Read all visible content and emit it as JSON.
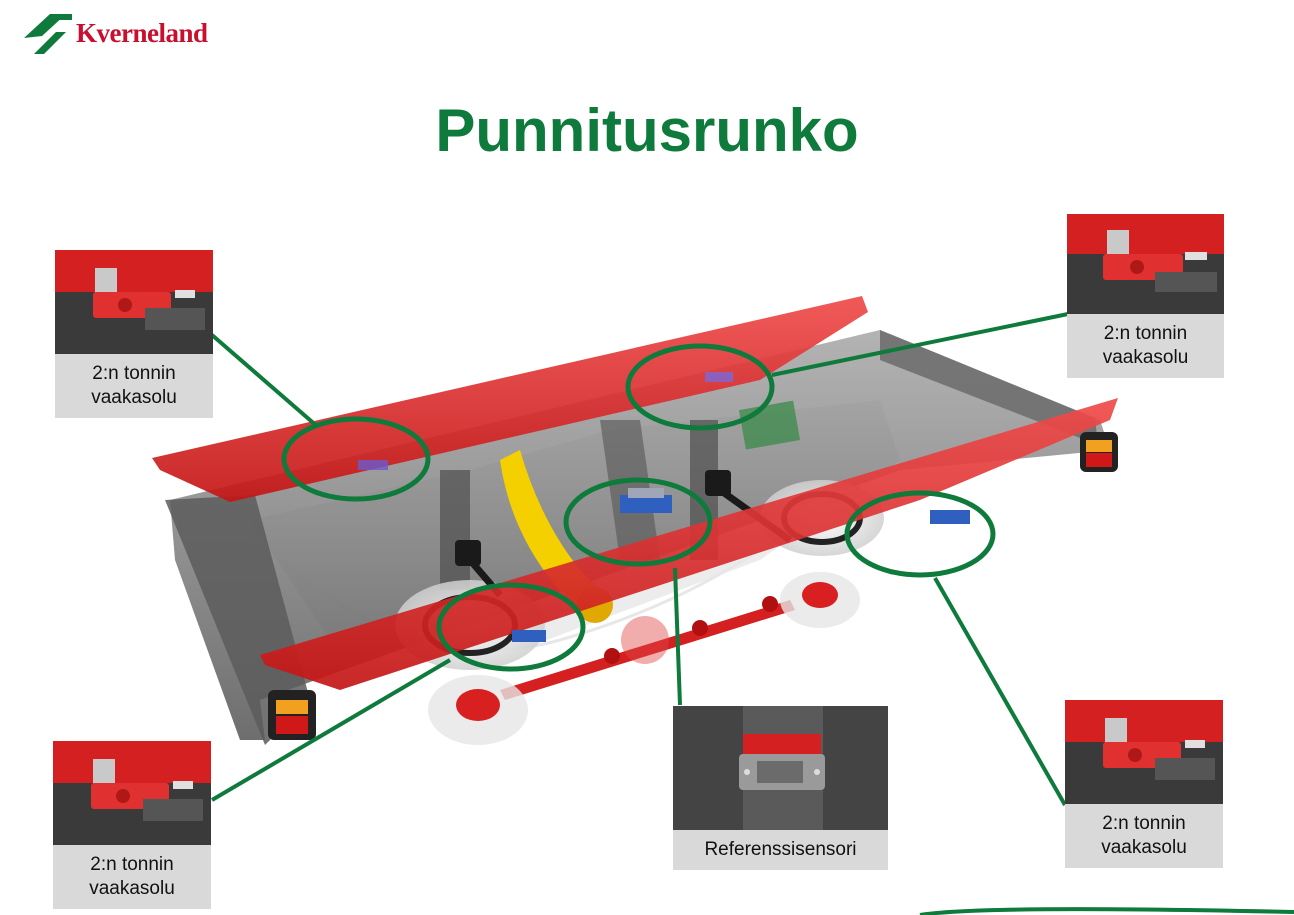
{
  "brand": {
    "name": "Kverneland",
    "color": "#c8102e",
    "mark_color": "#0e7a3b"
  },
  "title": "Punnitusrunko",
  "accent_green": "#0e7a3b",
  "callouts": [
    {
      "id": "top-left",
      "label": "2:n tonnin vaakasolu"
    },
    {
      "id": "top-right",
      "label": "2:n tonnin vaakasolu"
    },
    {
      "id": "bottom-left",
      "label": "2:n tonnin vaakasolu"
    },
    {
      "id": "bottom-right",
      "label": "2:n tonnin vaakasolu"
    },
    {
      "id": "center",
      "label": "Referenssisensori"
    }
  ]
}
